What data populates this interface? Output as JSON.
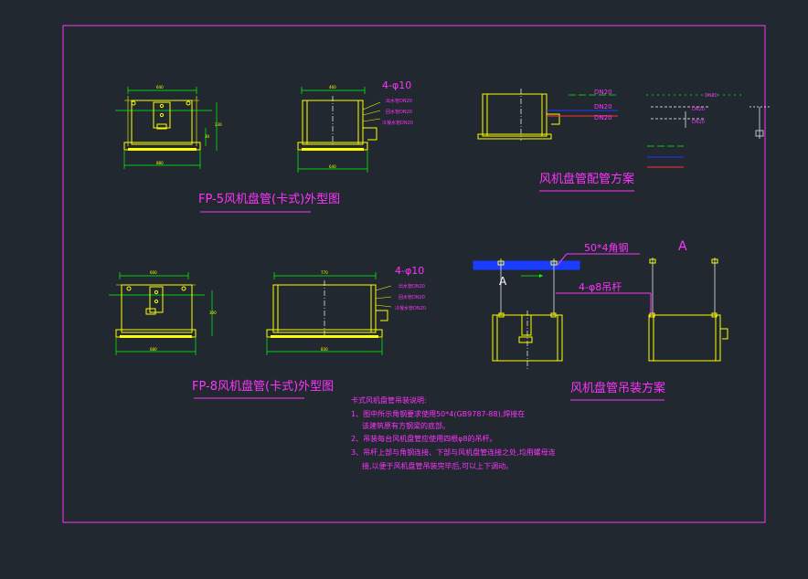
{
  "colors": {
    "background": "#212830",
    "frame": "#ff33ff",
    "outline": "#ffff00",
    "dimension": "#00ff00",
    "supply_pipe": "#ff3333",
    "return_pipe": "#1a3cff",
    "text": "#ff33ff"
  },
  "fp5": {
    "title": "FP-5风机盘管(卡式)外型图",
    "dim_top": "640",
    "dim_bottom": "880",
    "dim_side": "30",
    "dim_side2": "230",
    "dim_front_top": "460",
    "dim_front_bottom": "640",
    "holes": "4-φ10",
    "pipe_out": "出水管DN20",
    "pipe_in": "回水管DN20",
    "pipe_drain": "冷凝水管DN20"
  },
  "fp8": {
    "title": "FP-8风机盘管(卡式)外型图",
    "dim_top": "600",
    "dim_bottom": "680",
    "dim_side": "300",
    "dim_front_top": "770",
    "dim_front_bottom": "830",
    "holes": "4-φ10",
    "pipe_out": "出水管DN20",
    "pipe_in": "回水管DN20",
    "pipe_drain": "冷凝水管DN20"
  },
  "piping": {
    "title": "风机盘管配管方案",
    "dn1": "DN20",
    "dn2": "DN20",
    "dn3": "DN20",
    "legend_top": "DN20",
    "legend_mid": "DN20",
    "legend_bottom": "DN20"
  },
  "hanging": {
    "title": "风机盘管吊装方案",
    "angle_steel": "50*4角钢",
    "rod": "4-φ8吊杆",
    "section_a1": "A",
    "section_a2": "A"
  },
  "notes": {
    "heading": "卡式风机盘管吊装说明:",
    "line1": "1、图中所示角钢要求使用50*4(GB9787-88),焊接在",
    "line1b": "该建筑原有方钢梁的底部。",
    "line2": "2、吊装每台风机盘管应使用四根φ8的吊杆。",
    "line3": "3、吊杆上部与角钢连接、下部与风机盘管连接之处,均用螺母连",
    "line3b": "接,以便于风机盘管吊装完毕后,可以上下调动。"
  }
}
